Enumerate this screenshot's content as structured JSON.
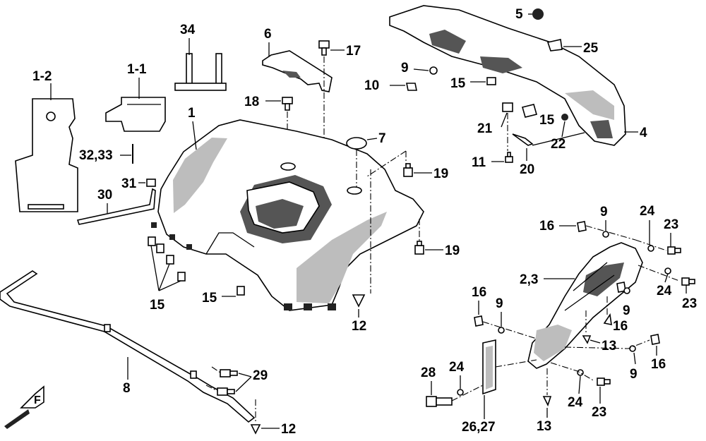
{
  "callouts": {
    "c1_2": "1-2",
    "c1_1": "1-1",
    "c34": "34",
    "c6": "6",
    "c17": "17",
    "c18": "18",
    "c1": "1",
    "c7": "7",
    "c19a": "19",
    "c19b": "19",
    "c32_33": "32,33",
    "c31": "31",
    "c30": "30",
    "c15a": "15",
    "c15b": "15",
    "c12a": "12",
    "c8": "8",
    "c29": "29",
    "c12b": "12",
    "c5": "5",
    "c25": "25",
    "c9a": "9",
    "c10": "10",
    "c15c": "15",
    "c21": "21",
    "c15d": "15",
    "c22": "22",
    "c4": "4",
    "c11": "11",
    "c20": "20",
    "c16a": "16",
    "c9b": "9",
    "c24a": "24",
    "c23a": "23",
    "c2_3": "2,3",
    "c24b": "24",
    "c23b": "23",
    "c16b": "16",
    "c9c": "9",
    "c9d": "9",
    "c16c": "16",
    "c13a": "13",
    "c9e": "9",
    "c16d": "16",
    "c28": "28",
    "c24c": "24",
    "c24d": "24",
    "c23c": "23",
    "c26_27": "26,27",
    "c13b": "13"
  },
  "legend_symbol": "F"
}
